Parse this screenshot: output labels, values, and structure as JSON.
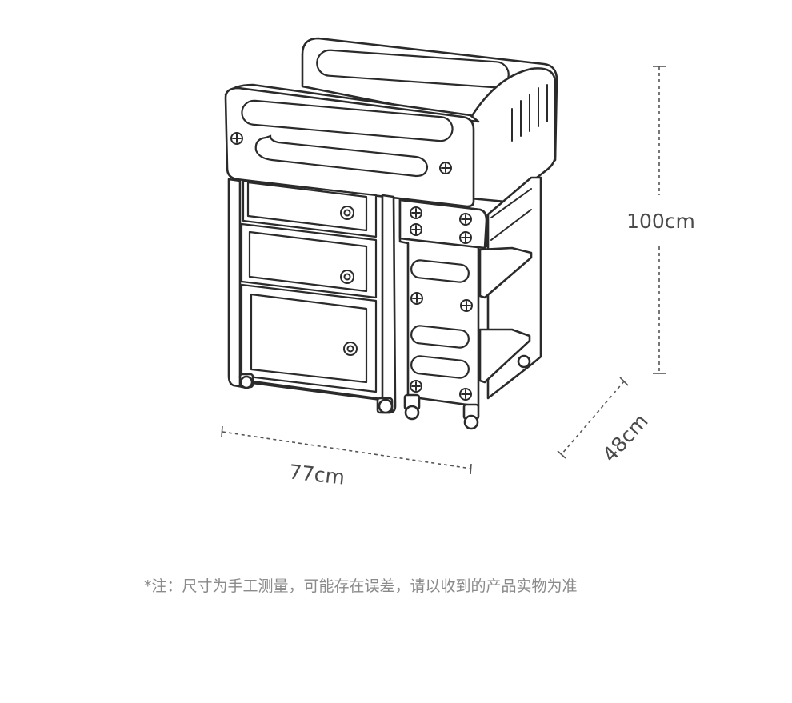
{
  "dimensions": {
    "height": "100cm",
    "width": "77cm",
    "depth": "48cm"
  },
  "note": "*注：尺寸为手工测量，可能存在误差，请以收到的产品实物为准"
}
